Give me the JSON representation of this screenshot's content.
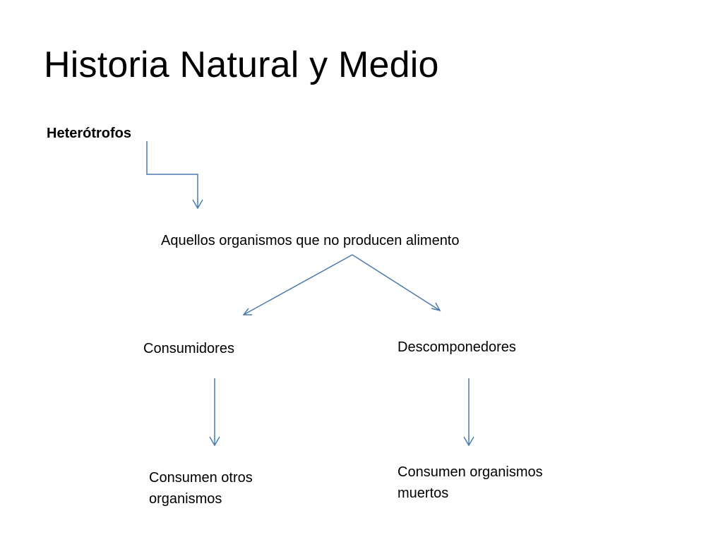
{
  "slide": {
    "title": "Historia Natural y Medio",
    "nodes": {
      "root": "Heterótrofos",
      "definition": "Aquellos organismos que no producen alimento",
      "consumers": "Consumidores",
      "decomposers": "Descomponedores",
      "consumers_desc_line1": "Consumen otros",
      "consumers_desc_line2": "organismos",
      "decomposers_desc_line1": "Consumen organismos",
      "decomposers_desc_line2": "muertos"
    },
    "colors": {
      "arrow": "#4a7ab0",
      "text": "#000000",
      "background": "#ffffff"
    }
  }
}
